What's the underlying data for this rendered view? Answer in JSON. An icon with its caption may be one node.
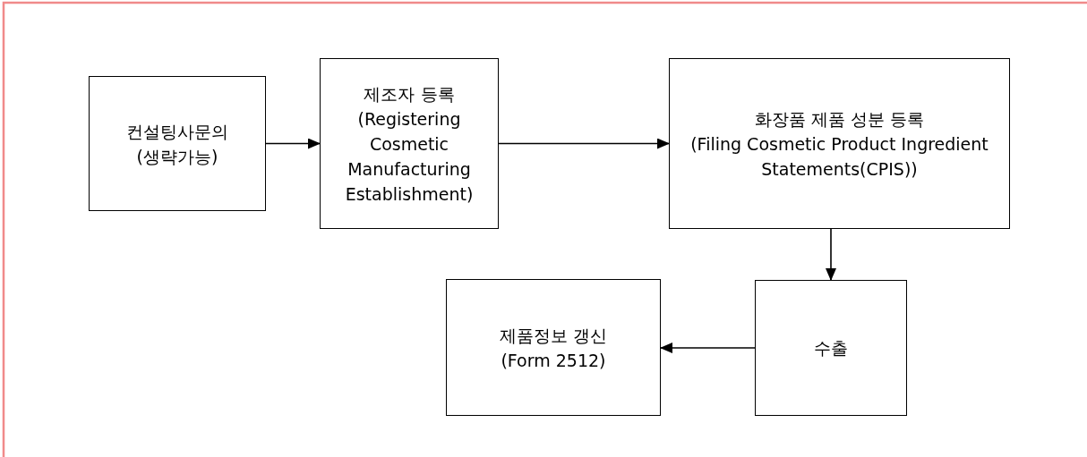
{
  "diagram": {
    "nodes": [
      {
        "text": [
          "컨설팅사문의",
          "(생략가능)"
        ]
      },
      {
        "text": [
          "제조자 등록",
          "(Registering Cosmetic Manufacturing Establishment)"
        ]
      },
      {
        "text": [
          "화장품 제품 성분 등록",
          "(Filing Cosmetic Product Ingredient Statements(CPIS))"
        ]
      },
      {
        "text": [
          "수출"
        ]
      },
      {
        "text": [
          "제품정보 갱신",
          "(Form 2512)"
        ]
      }
    ],
    "edges": [
      {
        "from": 0,
        "to": 1,
        "arrow": "to"
      },
      {
        "from": 1,
        "to": 2,
        "arrow": "to"
      },
      {
        "from": 2,
        "to": 3,
        "arrow": "to"
      },
      {
        "from": 3,
        "to": 4,
        "arrow": "to"
      }
    ]
  }
}
